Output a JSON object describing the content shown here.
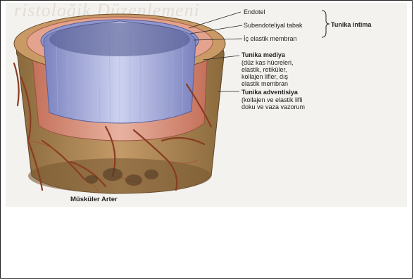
{
  "figure": {
    "heading_text": "ristoloğik Düzenlemeni",
    "caption": "Müsküler Arter",
    "labels": {
      "endotel": "Endotel",
      "subendoteliyal": "Subendoteliyal tabak",
      "ic_elastik": "İç elastik membran",
      "tunika_intima": "Tunika intima",
      "tunika_mediya_title": "Tunika mediya",
      "tunika_mediya_desc": [
        "(düz kas hücreleri,",
        "elastik, retiküler,",
        "kollajen lifler, dış",
        "elastik membran"
      ],
      "tunika_adventisiya_title": "Tunika adventisiya",
      "tunika_adventisiya_desc": [
        "(kollajen ve elastik lifli",
        "doku ve vaza vazorum"
      ]
    }
  },
  "colors": {
    "adventitia": "#b58a5a",
    "media": "#d99a82",
    "intima": "#8d95c9",
    "lumen": "#b9bfe6",
    "vessel": "#8a3b22"
  }
}
